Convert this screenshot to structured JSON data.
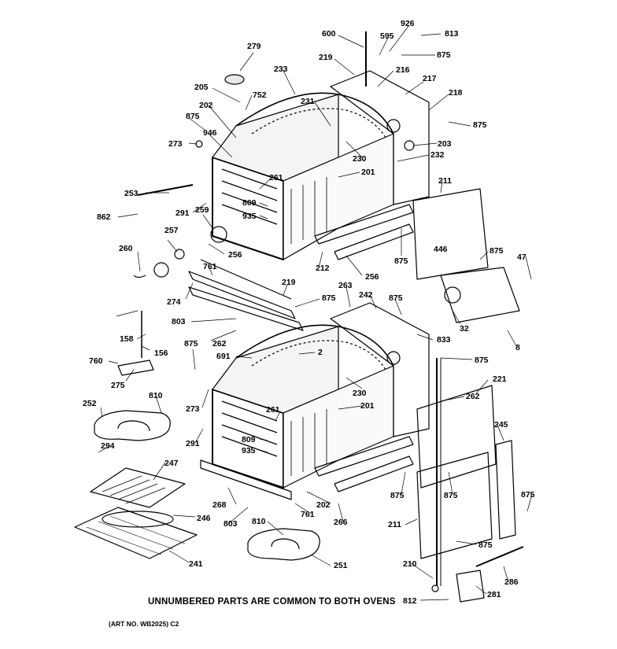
{
  "diagram": {
    "caption": "UNNUMBERED PARTS ARE COMMON TO BOTH OVENS",
    "art_number": "(ART NO. WB2025) C2",
    "part_labels": [
      "600",
      "926",
      "813",
      "595",
      "875",
      "219",
      "216",
      "217",
      "218",
      "875",
      "279",
      "233",
      "205",
      "752",
      "202",
      "231",
      "875",
      "946",
      "273",
      "203",
      "230",
      "232",
      "201",
      "211",
      "253",
      "261",
      "862",
      "291",
      "809",
      "259",
      "935",
      "257",
      "260",
      "256",
      "875",
      "212",
      "256",
      "446",
      "875",
      "47",
      "761",
      "219",
      "263",
      "274",
      "875",
      "242",
      "875",
      "803",
      "262",
      "32",
      "158",
      "156",
      "875",
      "833",
      "691",
      "2",
      "8",
      "760",
      "275",
      "875",
      "810",
      "230",
      "221",
      "252",
      "273",
      "261",
      "201",
      "262",
      "291",
      "809",
      "245",
      "294",
      "935",
      "247",
      "268",
      "202",
      "875",
      "875",
      "875",
      "761",
      "246",
      "803",
      "810",
      "266",
      "211",
      "875",
      "241",
      "251",
      "210",
      "286",
      "812",
      "281"
    ]
  }
}
